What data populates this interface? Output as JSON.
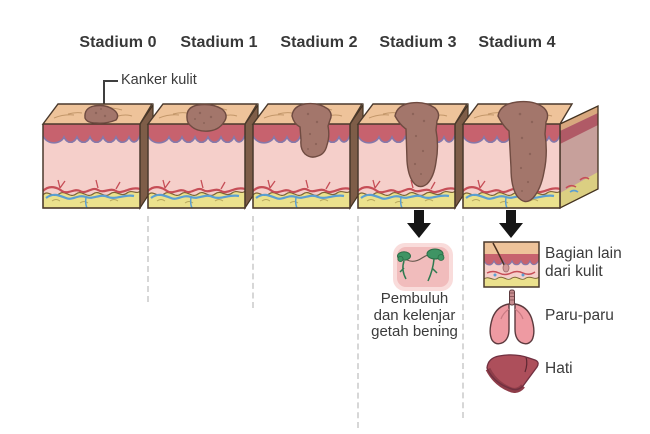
{
  "stages": [
    {
      "label": "Stadium 0"
    },
    {
      "label": "Stadium 1"
    },
    {
      "label": "Stadium 2"
    },
    {
      "label": "Stadium 3"
    },
    {
      "label": "Stadium 4"
    }
  ],
  "callout": {
    "skin_cancer": "Kanker kulit"
  },
  "stage3_annotation": {
    "line1": "Pembuluh",
    "line2": "dan kelenjar",
    "line3": "getah bening"
  },
  "stage4_annotation": {
    "skin_line1": "Bagian lain",
    "skin_line2": "dari kulit",
    "lungs_label": "Paru-paru",
    "liver_label": "Hati"
  },
  "icons": {
    "arrow_down": "arrow-down-icon",
    "lymph": "lymph-vessels-illustration",
    "skin_block": "skin-cross-section-illustration",
    "lungs": "lungs-illustration",
    "liver": "liver-illustration"
  },
  "colors": {
    "background": "#ffffff",
    "text": "#3b3b3b",
    "arrow": "#161616",
    "dashed_line": "#d7d7d7",
    "skin_top": "#eec39a",
    "epidermis": "#c7626e",
    "epidermis_wave": "#8678aa",
    "dermis": "#f5cfca",
    "fat": "#ebe18d",
    "vessel_red": "#c64e57",
    "vessel_blue": "#5c9fd2",
    "tumor": "#a3766b",
    "lymph_green": "#3f9464",
    "lymph_pink": "#f1bcbc",
    "lung_pink": "#ee9aa2",
    "liver_red": "#ad4f5b"
  }
}
